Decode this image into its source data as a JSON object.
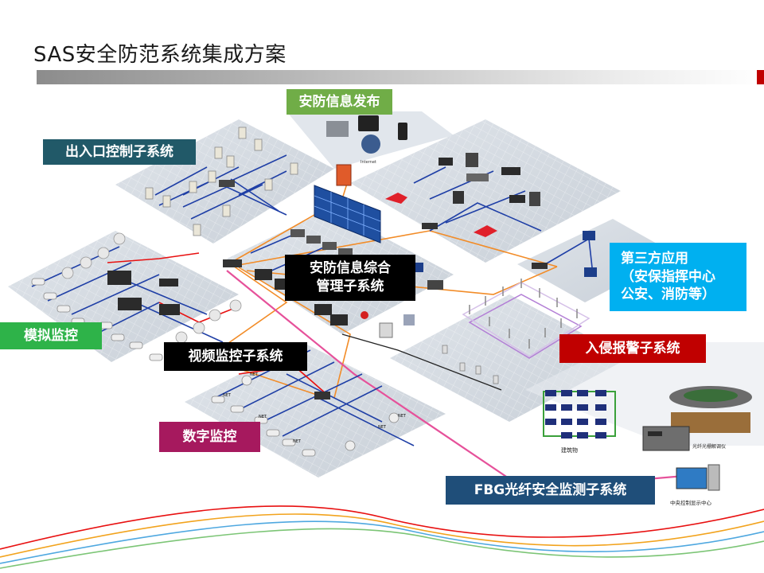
{
  "slide": {
    "title": "SAS安全防范系统集成方案"
  },
  "labels": {
    "info_publish": "安防信息发布",
    "access_control": "出入口控制子系统",
    "third_party_line1": "第三方应用",
    "third_party_line2": "（安保指挥中心",
    "third_party_line3": "公安、消防等）",
    "integrated_mgmt_line1": "安防信息综合",
    "integrated_mgmt_line2": "管理子系统",
    "analog_monitor": "模拟监控",
    "video_monitor": "视频监控子系统",
    "intrusion_alarm": "入侵报警子系统",
    "digital_monitor": "数字监控",
    "fbg_system": "FBG光纤安全监测子系统"
  },
  "device_labels": {
    "internet": "Internet",
    "net_tag": "NET",
    "building": "建筑物",
    "fbg_demodulator": "光纤光栅解调仪",
    "central_display": "中央控制显示中心"
  },
  "colors": {
    "green": "#70ad47",
    "blue_dark": "#215968",
    "cyan": "#00b0f0",
    "black": "#000000",
    "red": "#c00000",
    "magenta": "#a6195e",
    "teal_dark": "#1f4e79",
    "orange_line": "#f28c28",
    "blue_line": "#1f3fa6",
    "pink_line": "#e6519a",
    "red_line": "#e81010"
  }
}
